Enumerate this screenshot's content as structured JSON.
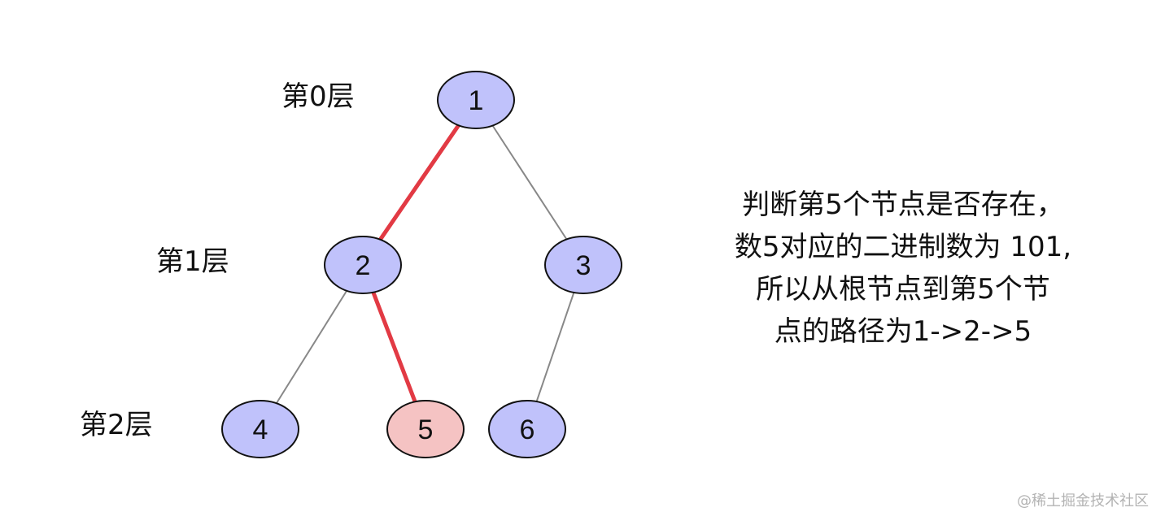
{
  "tree": {
    "levels": [
      {
        "label": "第0层"
      },
      {
        "label": "第1层"
      },
      {
        "label": "第2层"
      }
    ],
    "nodes": [
      {
        "id": "1",
        "label": "1",
        "highlighted": false
      },
      {
        "id": "2",
        "label": "2",
        "highlighted": false
      },
      {
        "id": "3",
        "label": "3",
        "highlighted": false
      },
      {
        "id": "4",
        "label": "4",
        "highlighted": false
      },
      {
        "id": "5",
        "label": "5",
        "highlighted": true
      },
      {
        "id": "6",
        "label": "6",
        "highlighted": false
      }
    ],
    "edges": [
      {
        "from": "1",
        "to": "2",
        "on_path": true
      },
      {
        "from": "1",
        "to": "3",
        "on_path": false
      },
      {
        "from": "2",
        "to": "4",
        "on_path": false
      },
      {
        "from": "2",
        "to": "5",
        "on_path": true
      },
      {
        "from": "3",
        "to": "6",
        "on_path": false
      }
    ]
  },
  "note": {
    "lines": [
      "判断第5个节点是否存在，",
      "数5对应的二进制数为 101,",
      "所以从根节点到第5个节",
      "点的路径为1->2->5"
    ]
  },
  "watermark": "@稀土掘金技术社区",
  "colors": {
    "node_fill": "#c0c2fb",
    "node_highlight_fill": "#f5c3c3",
    "node_stroke": "#111111",
    "edge": "#888888",
    "path_edge": "#e23a44"
  }
}
